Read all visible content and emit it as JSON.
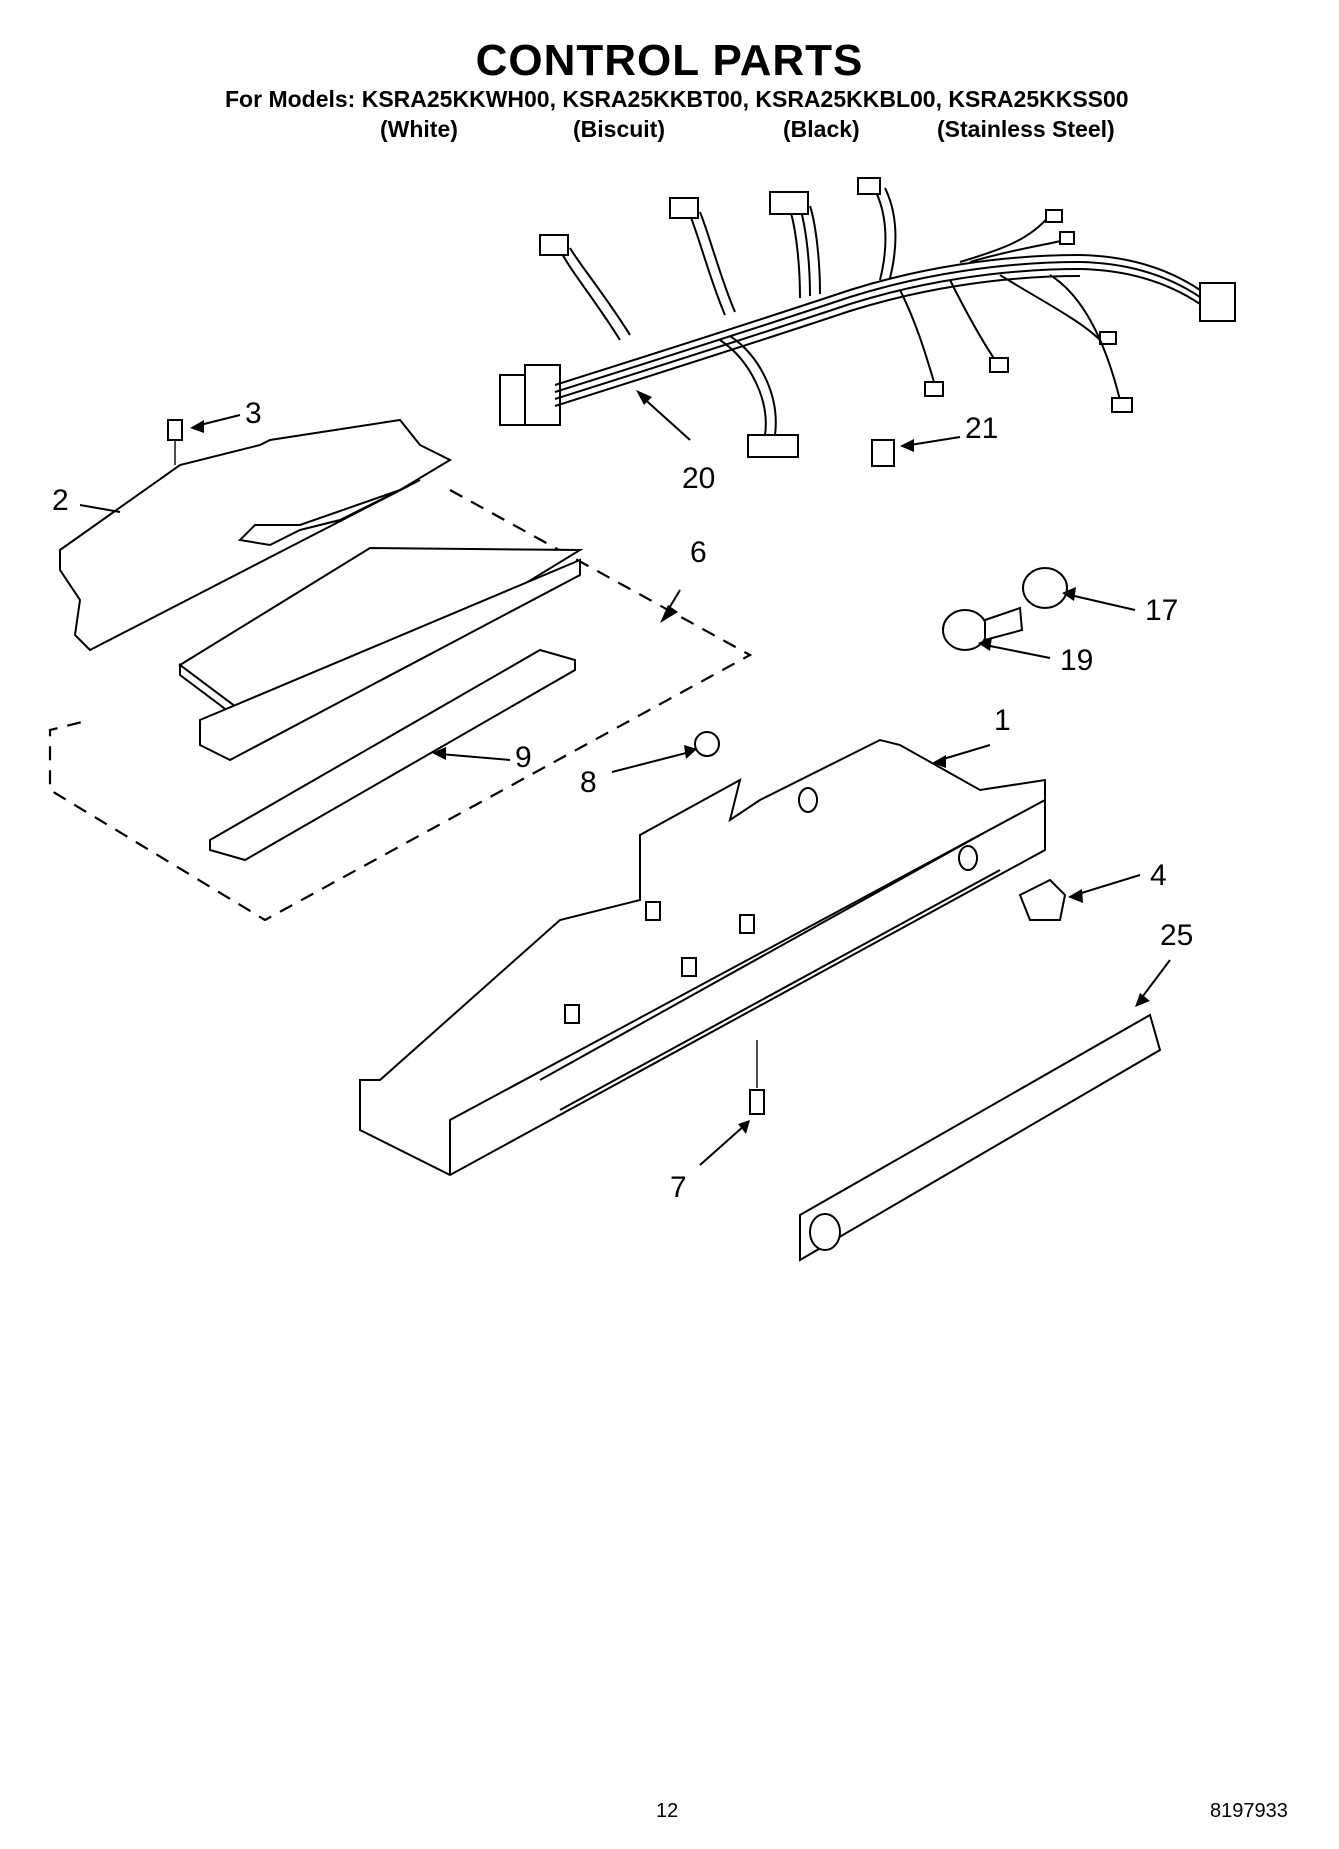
{
  "header": {
    "title": "CONTROL PARTS",
    "models_line": "For Models: KSRA25KKWH00, KSRA25KKBT00, KSRA25KKBL00, KSRA25KKSS00",
    "finishes": [
      "(White)",
      "(Biscuit)",
      "(Black)",
      "(Stainless Steel)"
    ]
  },
  "callouts": {
    "c1": "1",
    "c2": "2",
    "c3": "3",
    "c4": "4",
    "c6": "6",
    "c7": "7",
    "c8": "8",
    "c9": "9",
    "c17": "17",
    "c19": "19",
    "c20": "20",
    "c21": "21",
    "c25": "25"
  },
  "footer": {
    "page_number": "12",
    "doc_number": "8197933"
  }
}
